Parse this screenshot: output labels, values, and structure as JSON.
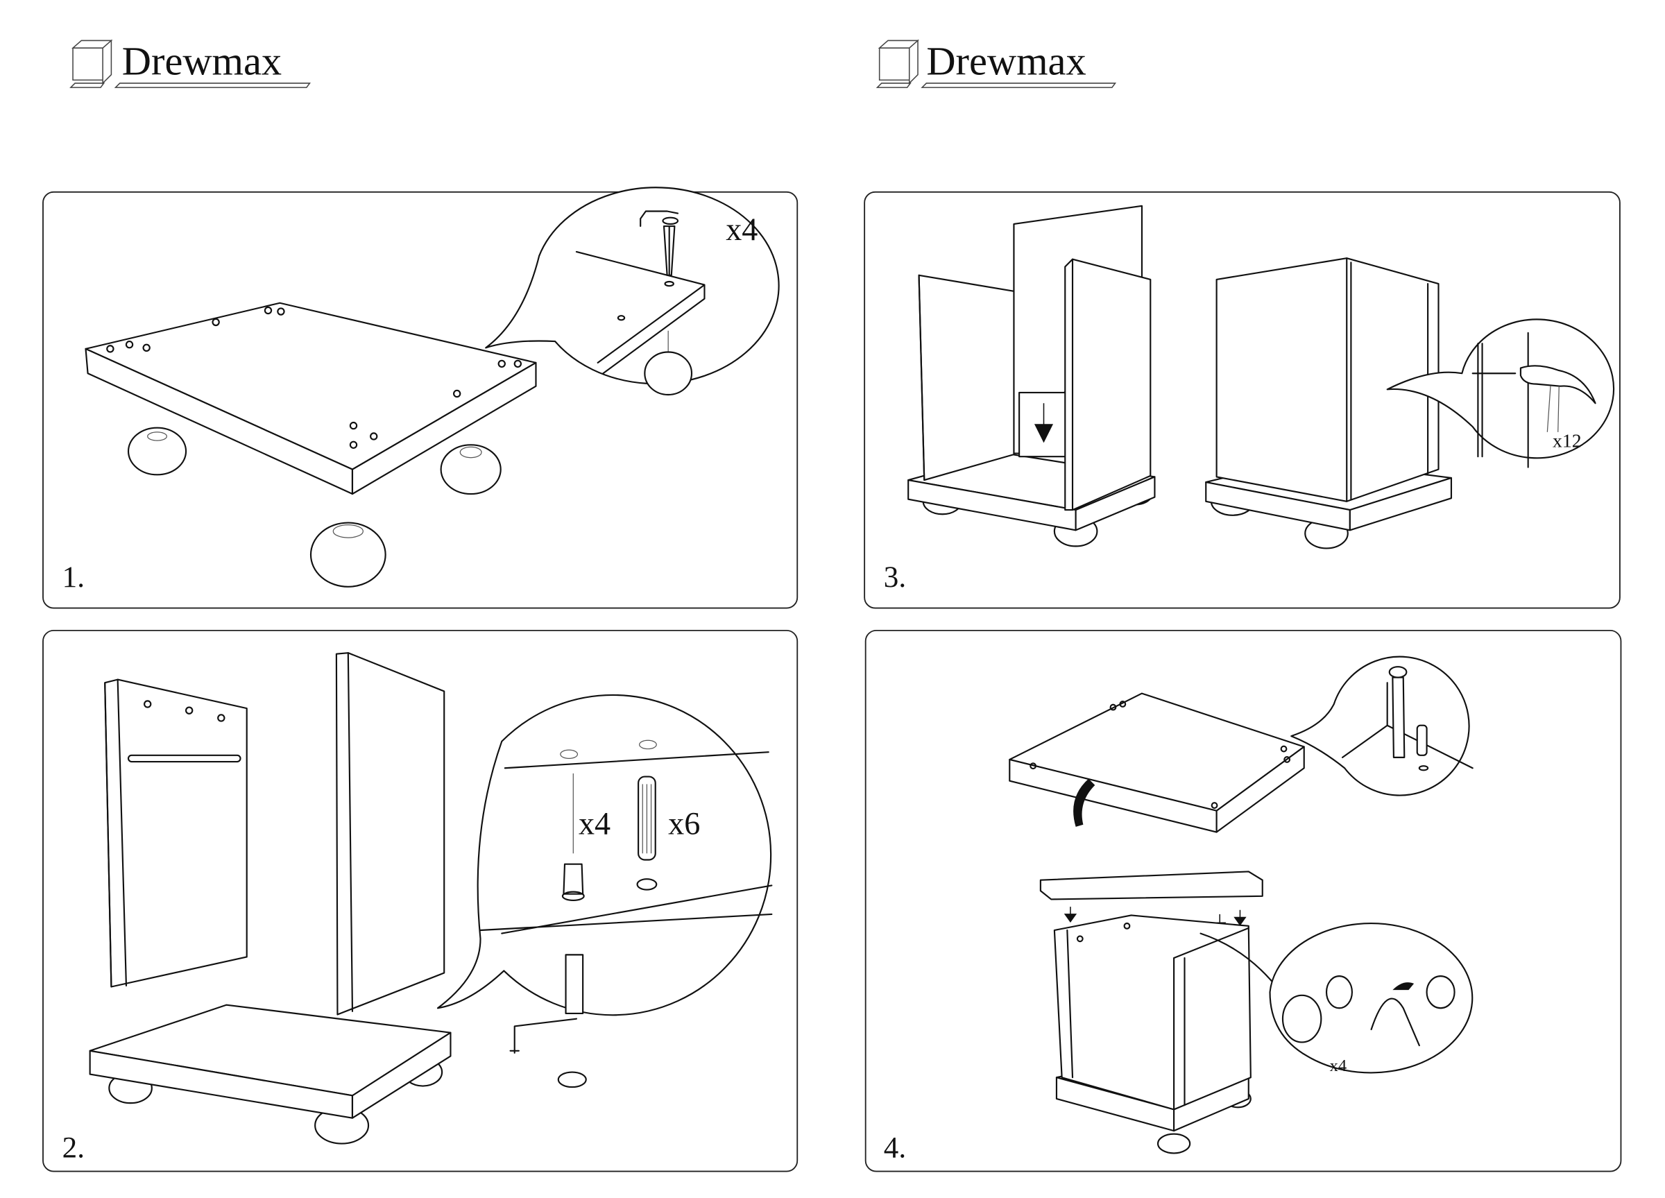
{
  "header": {
    "logo_left": "Drewmax",
    "logo_right": "Drewmax"
  },
  "steps": [
    {
      "number": "1.",
      "labels": [
        "x4"
      ]
    },
    {
      "number": "2.",
      "labels": [
        "x4",
        "x6"
      ]
    },
    {
      "number": "3.",
      "labels": [
        "x12"
      ]
    },
    {
      "number": "4.",
      "labels": [
        "x4"
      ]
    }
  ]
}
